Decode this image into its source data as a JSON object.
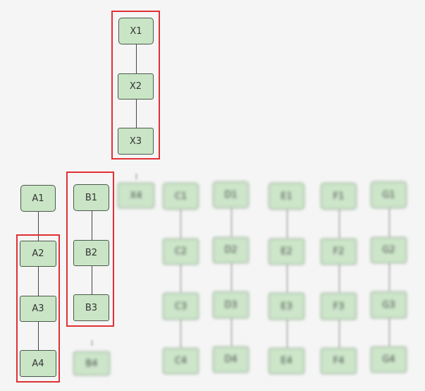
{
  "columns": [
    {
      "id": "x",
      "blurred": false,
      "nodes": [
        "X1",
        "X2",
        "X3"
      ]
    },
    {
      "id": "x-overflow",
      "blurred": true,
      "nodes": [
        "X4"
      ]
    },
    {
      "id": "a",
      "blurred": false,
      "nodes": [
        "A1",
        "A2",
        "A3",
        "A4"
      ]
    },
    {
      "id": "b",
      "blurred": false,
      "nodes": [
        "B1",
        "B2",
        "B3"
      ]
    },
    {
      "id": "b-overflow",
      "blurred": true,
      "nodes": [
        "B4"
      ]
    },
    {
      "id": "c",
      "blurred": true,
      "nodes": [
        "C1",
        "C2",
        "C3",
        "C4"
      ]
    },
    {
      "id": "d",
      "blurred": true,
      "nodes": [
        "D1",
        "D2",
        "D3",
        "D4"
      ]
    },
    {
      "id": "e",
      "blurred": true,
      "nodes": [
        "E1",
        "E2",
        "E3",
        "E4"
      ]
    },
    {
      "id": "f",
      "blurred": true,
      "nodes": [
        "F1",
        "F2",
        "F3",
        "F4"
      ]
    },
    {
      "id": "g",
      "blurred": true,
      "nodes": [
        "G1",
        "G2",
        "G3",
        "G4"
      ]
    }
  ],
  "selections": [
    "X1-X3",
    "A2-A4",
    "B1-B3"
  ],
  "colors": {
    "node_fill": "#c9e5c6",
    "node_border": "#4a5a4a",
    "selection": "#e03035",
    "background": "#f5f5f5"
  }
}
